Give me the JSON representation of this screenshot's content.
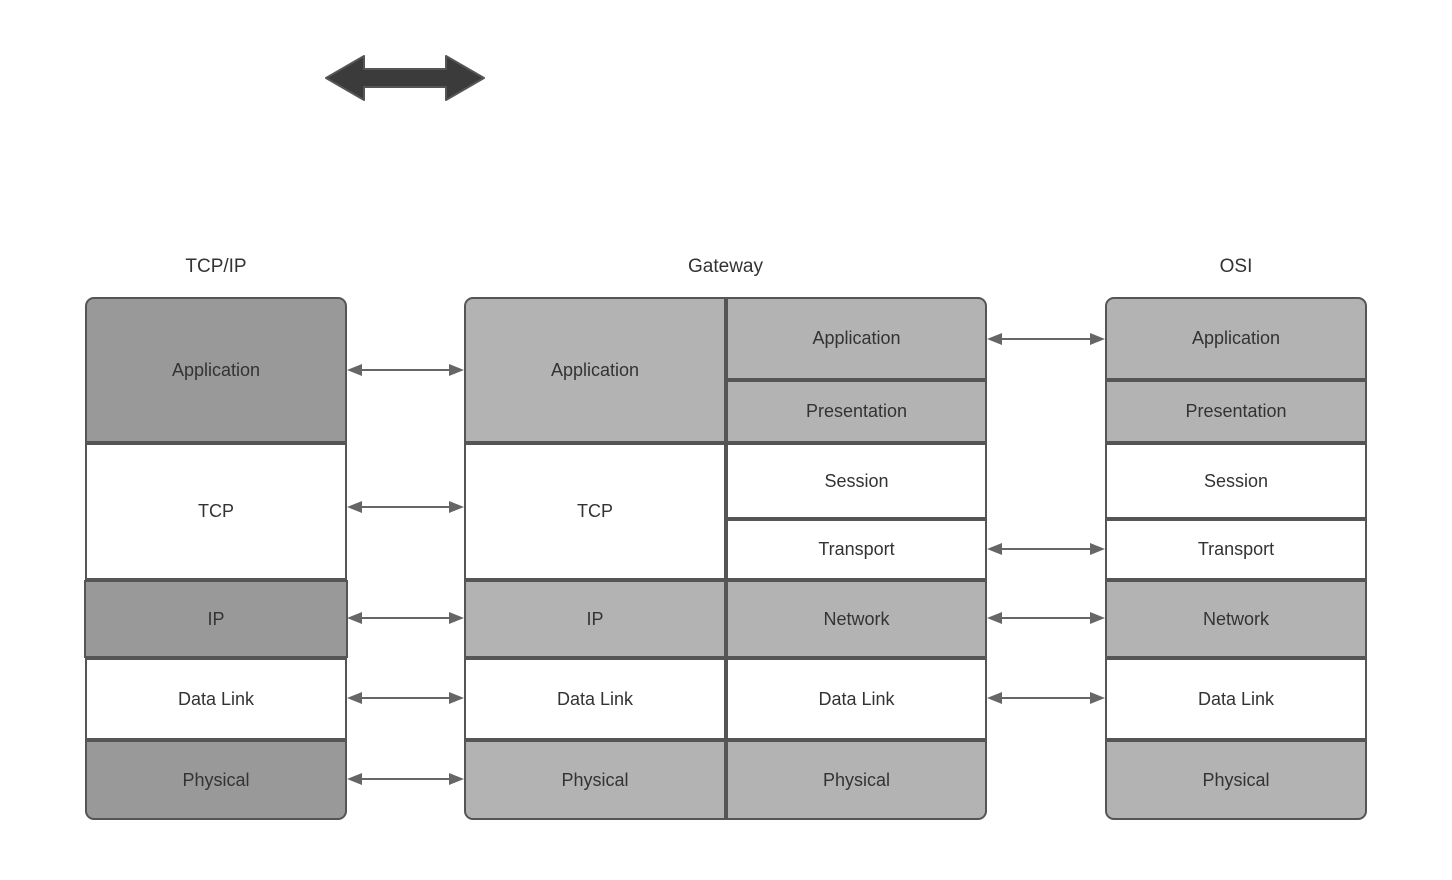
{
  "diagram": {
    "title_arrow": "bidirectional-communication-arrow",
    "columns": [
      {
        "id": "tcpip",
        "header": "TCP/IP",
        "layers": [
          {
            "label": "Application",
            "fill": "#999999"
          },
          {
            "label": "TCP",
            "fill": "#ffffff"
          },
          {
            "label": "IP",
            "fill": "#999999"
          },
          {
            "label": "Data Link",
            "fill": "#ffffff"
          },
          {
            "label": "Physical",
            "fill": "#999999"
          }
        ]
      },
      {
        "id": "gateway-left",
        "header": "Gateway",
        "layers": [
          {
            "label": "Application",
            "fill": "#b3b3b3"
          },
          {
            "label": "TCP",
            "fill": "#ffffff"
          },
          {
            "label": "IP",
            "fill": "#b3b3b3"
          },
          {
            "label": "Data Link",
            "fill": "#ffffff"
          },
          {
            "label": "Physical",
            "fill": "#b3b3b3"
          }
        ]
      },
      {
        "id": "gateway-right",
        "header": "",
        "layers": [
          {
            "label": "Application",
            "fill": "#b3b3b3"
          },
          {
            "label": "Presentation",
            "fill": "#b3b3b3"
          },
          {
            "label": "Session",
            "fill": "#ffffff"
          },
          {
            "label": "Transport",
            "fill": "#ffffff"
          },
          {
            "label": "Network",
            "fill": "#b3b3b3"
          },
          {
            "label": "Data Link",
            "fill": "#ffffff"
          },
          {
            "label": "Physical",
            "fill": "#b3b3b3"
          }
        ]
      },
      {
        "id": "osi",
        "header": "OSI",
        "layers": [
          {
            "label": "Application",
            "fill": "#b3b3b3"
          },
          {
            "label": "Presentation",
            "fill": "#b3b3b3"
          },
          {
            "label": "Session",
            "fill": "#ffffff"
          },
          {
            "label": "Transport",
            "fill": "#ffffff"
          },
          {
            "label": "Network",
            "fill": "#b3b3b3"
          },
          {
            "label": "Data Link",
            "fill": "#ffffff"
          },
          {
            "label": "Physical",
            "fill": "#b3b3b3"
          }
        ]
      }
    ],
    "colors": {
      "dark_gray": "#999999",
      "light_gray": "#b3b3b3",
      "white": "#ffffff",
      "border": "#555555",
      "arrow": "#666666",
      "block_arrow": "#3b3b3b",
      "text": "#333333"
    },
    "connectors": {
      "left_group": [
        "Application",
        "TCP",
        "IP",
        "Data Link",
        "Physical"
      ],
      "right_group": [
        "Application",
        "Transport",
        "Network",
        "Data Link"
      ]
    }
  }
}
